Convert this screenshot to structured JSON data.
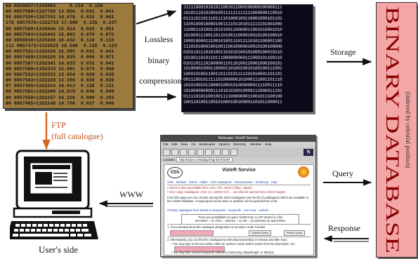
{
  "catalog": {
    "rows": [
      "68 0958057+1320804     0.154  0.156",
      "90 0957589+1327758 13.050  0.031  0.041",
      "90 0957530+1327741 14.078  0.031  0.041",
      "176 0957576+1332733 17.090  0.235  0.237",
      "90 0957588+1326648 15.014  0.043  0.051",
      "90 0957503+1326442 15.862  0.070  0.075",
      "68 0958016+1325649 16.432  0.118  0.116",
      "111 0957473+1332525 16.580  0.128  0.123",
      "90 0957531+1332526 12.695  0.031  0.041",
      "90 0957469+1326220 15.825  0.066  0.071",
      "90 0957587+1332341 14.033  0.031  0.041",
      "90 0957598+1332333 15.901  0.073  0.088",
      "90 0957532+1332333 13.654  0.029  0.039",
      "90 0957583+1322228 13.300  0.029  0.039",
      "97 0957485+1322214 16.613  0.128  0.131",
      "90 0957581+1322200 14.678  0.040  0.048",
      "90 0957559+1322157 16.236  0.099  0.103",
      "90 0957495+1322148 14.766  0.037  0.046"
    ]
  },
  "binary": {
    "rows": [
      "1111100010101011001011000100000100000111",
      "1010111010100100111111111111000000110010",
      "0111101101110111101000100110001000101101",
      "1100100010000100111101101011111101001000",
      "1100011010011010100110000011001010001010",
      "1010001110011011010011000010010100100010",
      "1000100001110010100111011110101100001100",
      "1110101000100100110010000010010100100000",
      "0101101110101001101010100101000100010110",
      "1010011010110111000000000111000101100110",
      "0101101110100000110110100110001000100101",
      "1010000100011000011010010010100100111001",
      "1000101001100110110101111101010001101101",
      "0011100101111101000000101000111001101110",
      "1010100101100001000101000000011110011110",
      "1010000000001110101010010000111000011101",
      "0111101011001001111000000011001011100100",
      "1001101001100101000100100001101011000011"
    ]
  },
  "labels": {
    "lossless": "Lossless",
    "binary": "binary",
    "compression": "compression",
    "storage": "Storage",
    "query": "Query",
    "response": "Response",
    "ftp": "FTP",
    "full_catalogue": "(full catalogue)",
    "www": "WWW",
    "users_side": "User's side",
    "db_title": "BINARY DATABASE",
    "db_subtitle": "(indexed by celestial position)"
  },
  "browser": {
    "window_title": "Netscape: VizieR Service",
    "menu": [
      "File",
      "Edit",
      "View",
      "Go",
      "Bookmarks",
      "Options",
      "Directory",
      "Window",
      "Help"
    ],
    "location_label": "Location:",
    "location_url": "http://vizier.u-strasbg.fr/cgi-bin/VizieR",
    "logo": "CDS",
    "page_title": "VizieR Service",
    "nav": "CDS · Simbad · VizieR · Aladin · ADS Catalogues · Nomenclature · Dictionary · Help",
    "line1": "• VizieR is also accessible from: USA, CfA, ADAC (Tokyo, Japan)",
    "line2": "• Very Large Catalogues: GSC 1.2, USNO-A2.0 ... can also be queried from a list of targets",
    "para1": "From this page you can choose among the 2519 catalogues (via the list of catalogues) which are available in the VizieR database. A target given by its name or position can be queried from a list.",
    "para2": "Choose catalogues from Words or Keywords · Keywords · Last Year · Authors",
    "boxed1": "There are possibilities to query VizieR from a LIST stored in a file",
    "boxed2": "IB-USNO  ○ VL-GSC  ○ 2MASS  ○ VL-DF  ○ (Comments on query-lists)",
    "sec1": "1. If you already know the catalogue designation or acronym, enter it below:",
    "submit": "Submit Query",
    "reset": "Reset Query",
    "sec2": "2. Alternatively, you can find the catalogue by selecting keyword(s) or mission and filter keys.",
    "sec2b": "• You may type in the box below either an author's name and/or words from the description, etc.",
    "sec3": "• You may also choose keywords related to Astronomy, Wavelength, or Mission"
  },
  "colors": {
    "arrow": "#111111",
    "ftp_arrow": "#d2691e",
    "db_fill": "#f4a6a6",
    "db_text": "#8a0000",
    "catalog_bg": "#9c7a3e"
  }
}
